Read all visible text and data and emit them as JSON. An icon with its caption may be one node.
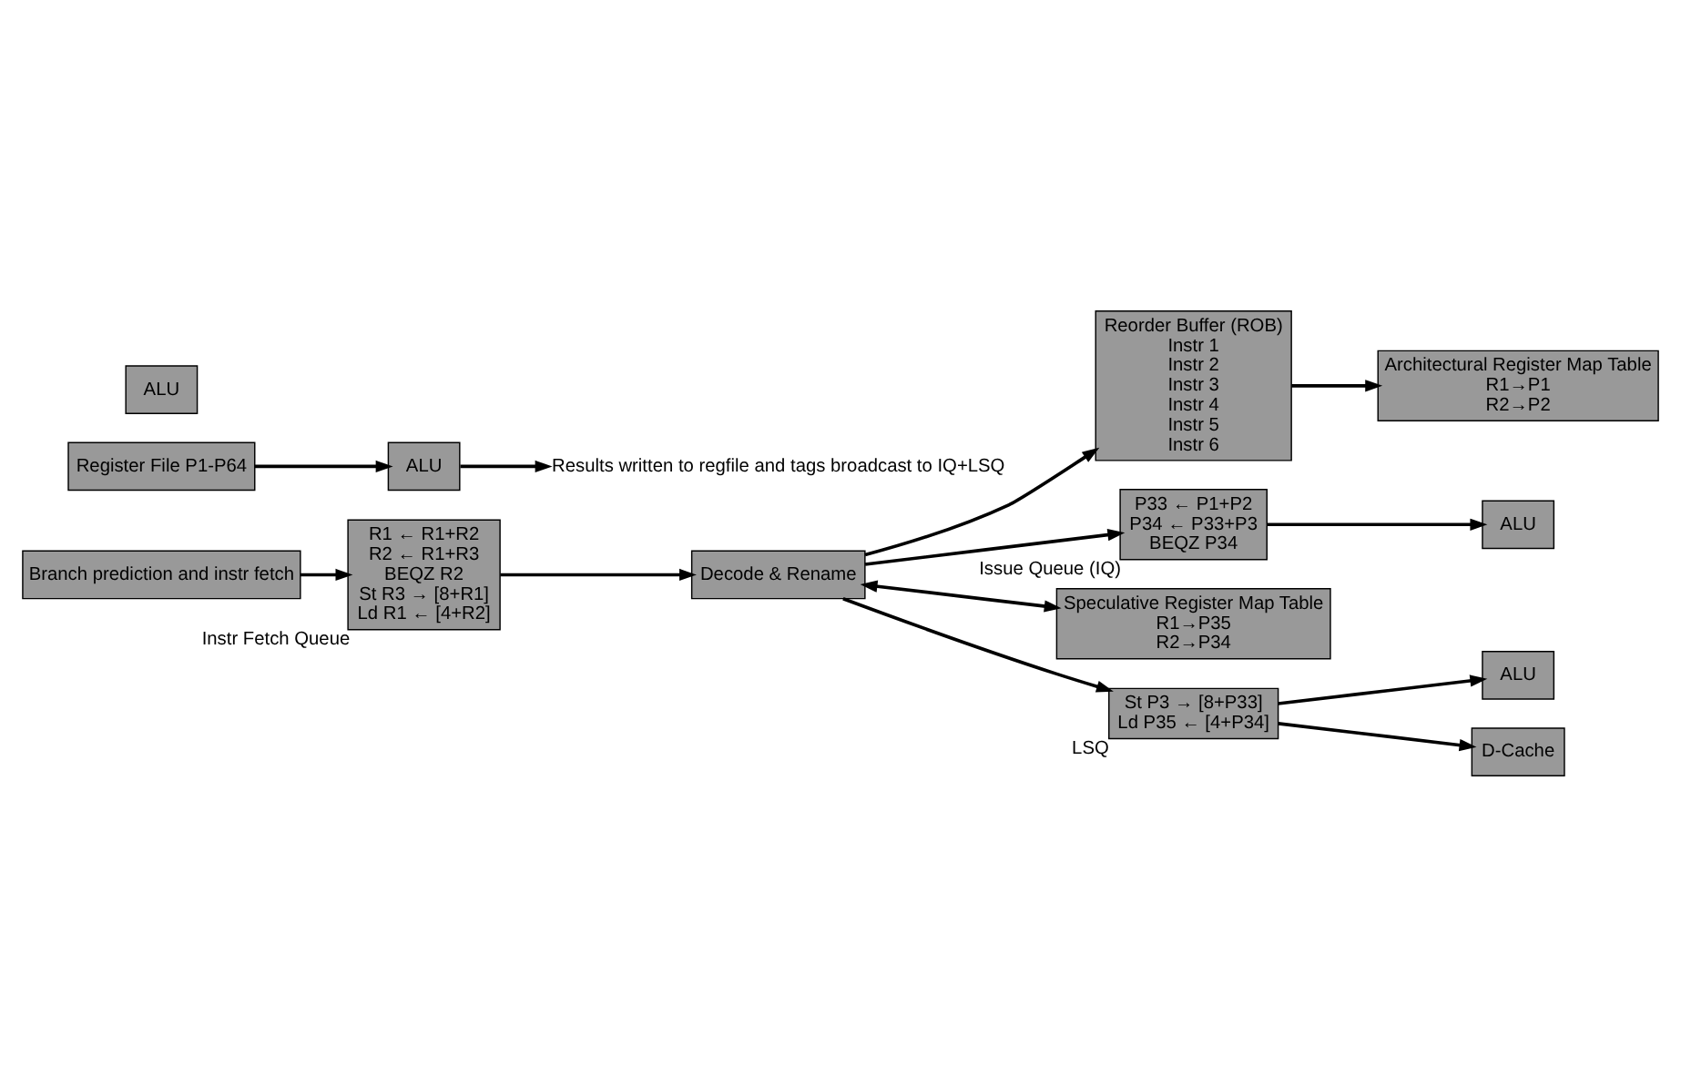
{
  "diagram": {
    "nodes": [
      {
        "text": [
          "Branch prediction and instr fetch"
        ]
      },
      {
        "text": [
          "R1 ← R1+R2",
          "R2 ← R1+R3",
          "BEQZ R2",
          "St R3 → [8+R1]",
          "Ld R1 ← [4+R2]"
        ],
        "beside": [
          "Instr Fetch Queue"
        ]
      },
      {
        "text": [
          "Decode & Rename"
        ]
      },
      {
        "text": [
          "Reorder Buffer (ROB)",
          "Instr 1",
          "Instr 2",
          "Instr 3",
          "Instr 4",
          "Instr 5",
          "Instr 6"
        ]
      },
      {
        "text": [
          "Architectural Register Map Table",
          "R1→P1",
          "R2→P2"
        ]
      },
      {
        "text": [
          "Register File P1-P64"
        ]
      },
      {
        "text": [
          "P33 ← P1+P2",
          "P34 ← P33+P3",
          "BEQZ P34"
        ],
        "beside": [
          "Issue Queue (IQ)"
        ]
      },
      {
        "text": [
          "ALU"
        ]
      },
      {
        "text": [
          "ALU"
        ]
      },
      {
        "text": [
          "ALU"
        ]
      },
      {
        "text": [
          "Results written to regfile and tags broadcast to IQ+LSQ"
        ]
      },
      {
        "text": [
          "Speculative Register Map Table",
          "R1→P35",
          "R2→P34"
        ]
      },
      {
        "text": [
          "St P3 → [8+P33]",
          "Ld P35 ← [4+P34]"
        ],
        "beside": [
          "LSQ"
        ]
      },
      {
        "text": [
          "ALU"
        ]
      },
      {
        "text": [
          "D-Cache"
        ]
      }
    ],
    "edges": [
      {
        "from": 0,
        "to": 1,
        "arrow": "to"
      },
      {
        "from": 1,
        "to": 2,
        "arrow": "to"
      },
      {
        "from": 2,
        "to": 3,
        "arrow": "to"
      },
      {
        "from": 3,
        "to": 4,
        "arrow": "to"
      },
      {
        "from": 2,
        "to": 6,
        "arrow": "to"
      },
      {
        "from": 2,
        "to": 12,
        "arrow": "to"
      },
      {
        "from": 2,
        "to": 11,
        "arrow": "both"
      },
      {
        "from": 6,
        "to": 7,
        "arrow": "to"
      },
      {
        "from": 5,
        "to": 8,
        "arrow": "to"
      },
      {
        "from": 8,
        "to": 10,
        "arrow": "to"
      },
      {
        "from": 12,
        "to": 13,
        "arrow": "to"
      },
      {
        "from": 12,
        "to": 14,
        "arrow": "to"
      }
    ]
  }
}
